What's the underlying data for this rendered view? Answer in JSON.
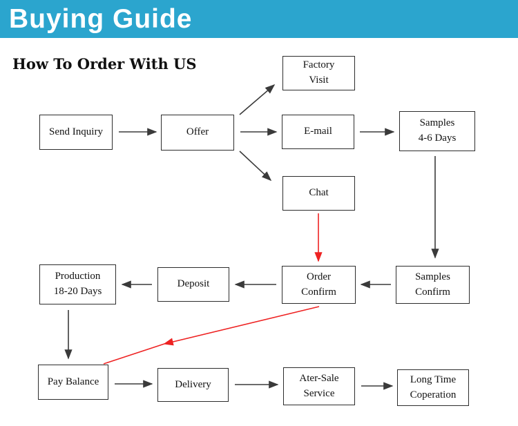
{
  "header": {
    "title": "Buying Guide"
  },
  "heading": "How To Order With US",
  "colors": {
    "header_bg": "#2BA5CE",
    "arrow_black": "#3a3a3a",
    "arrow_red": "#ee2222",
    "box_border": "#2b2b2b"
  },
  "nodes": [
    {
      "id": "send-inquiry",
      "label": "Send Inquiry"
    },
    {
      "id": "offer",
      "label": "Offer"
    },
    {
      "id": "factory-visit",
      "label": "Factory\nVisit"
    },
    {
      "id": "email",
      "label": "E-mail"
    },
    {
      "id": "samples-4-6-days",
      "label": "Samples\n4-6 Days"
    },
    {
      "id": "chat",
      "label": "Chat"
    },
    {
      "id": "production",
      "label": "Production\n18-20 Days"
    },
    {
      "id": "deposit",
      "label": "Deposit"
    },
    {
      "id": "order-confirm",
      "label": "Order\nConfirm"
    },
    {
      "id": "samples-confirm",
      "label": "Samples\nConfirm"
    },
    {
      "id": "pay-balance",
      "label": "Pay Balance"
    },
    {
      "id": "delivery",
      "label": "Delivery"
    },
    {
      "id": "after-sale-service",
      "label": "Ater-Sale\nService"
    },
    {
      "id": "long-time-cooperation",
      "label": "Long Time\nCoperation"
    }
  ]
}
